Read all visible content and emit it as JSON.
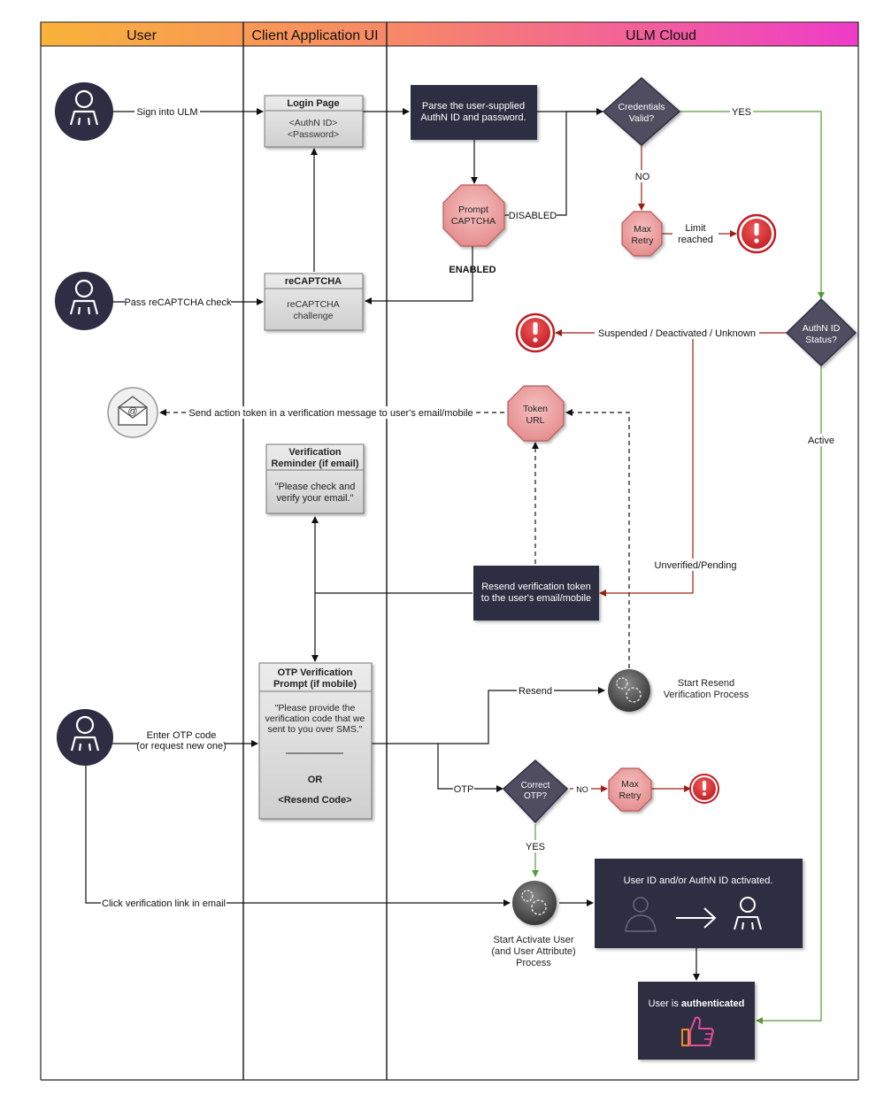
{
  "lanes": {
    "user": "User",
    "client": "Client Application UI",
    "cloud": "ULM Cloud"
  },
  "colors": {
    "dark_box": "#2f2d43",
    "gray_box": "#d9d9d9",
    "pink_octagon": "#eea0a0",
    "gray_diamond": "#4f4d5f",
    "alert_red": "#d9262c",
    "green_flow": "#5a9a3a",
    "red_flow": "#9a2015"
  },
  "client": {
    "login": {
      "title": "Login Page",
      "lines": [
        "<AuthN ID>",
        "<Password>"
      ]
    },
    "recaptcha": {
      "title": "reCAPTCHA",
      "lines": [
        "reCAPTCHA",
        "challenge"
      ]
    },
    "reminder": {
      "title_lines": [
        "Verification",
        "Reminder (if email)"
      ],
      "lines": [
        "\"Please check and",
        "verify your email.\""
      ]
    },
    "otp": {
      "title_lines": [
        "OTP Verification",
        "Prompt (if mobile)"
      ],
      "lines": [
        "\"Please provide the",
        "verification code that we",
        "sent to you over SMS.\""
      ],
      "or_label": "OR",
      "resend_label": "<Resend Code>"
    }
  },
  "cloud": {
    "parse_lines": [
      "Parse the user-supplied",
      "AuthN ID and password."
    ],
    "credentials_lines": [
      "Credentials",
      "Valid?"
    ],
    "captcha_lines": [
      "Prompt",
      "CAPTCHA"
    ],
    "max_retry_lines": [
      "Max",
      "Retry"
    ],
    "authn_status_lines": [
      "AuthN ID",
      "Status?"
    ],
    "token_lines": [
      "Token",
      "URL"
    ],
    "resend_token_lines": [
      "Resend verification token",
      "to the user's email/mobile"
    ],
    "start_resend_lines": [
      "Start Resend",
      "Verification Process"
    ],
    "correct_otp_lines": [
      "Correct",
      "OTP?"
    ],
    "max_retry2_lines": [
      "Max",
      "Retry"
    ],
    "start_activate_lines": [
      "Start Activate User",
      "(and User Attribute)",
      "Process"
    ],
    "activated_title": "User ID and/or AuthN ID activated.",
    "authenticated_prefix": "User is ",
    "authenticated_bold": "authenticated"
  },
  "labels": {
    "sign_in": "Sign into ULM",
    "pass_recaptcha": "Pass reCAPTCHA check",
    "enter_otp_lines": [
      "Enter OTP code",
      "(or request new one)"
    ],
    "click_link": "Click verification link in email",
    "yes": "YES",
    "no": "NO",
    "disabled": "DISABLED",
    "enabled": "ENABLED",
    "limit_reached_lines": [
      "Limit",
      "reached"
    ],
    "suspended": "Suspended / Deactivated / Unknown",
    "active": "Active",
    "unverified": "Unverified/Pending",
    "send_token": "Send action token in a verification message  to user's email/mobile",
    "resend": "Resend",
    "otp": "OTP",
    "no2": "NO",
    "yes2": "YES"
  }
}
